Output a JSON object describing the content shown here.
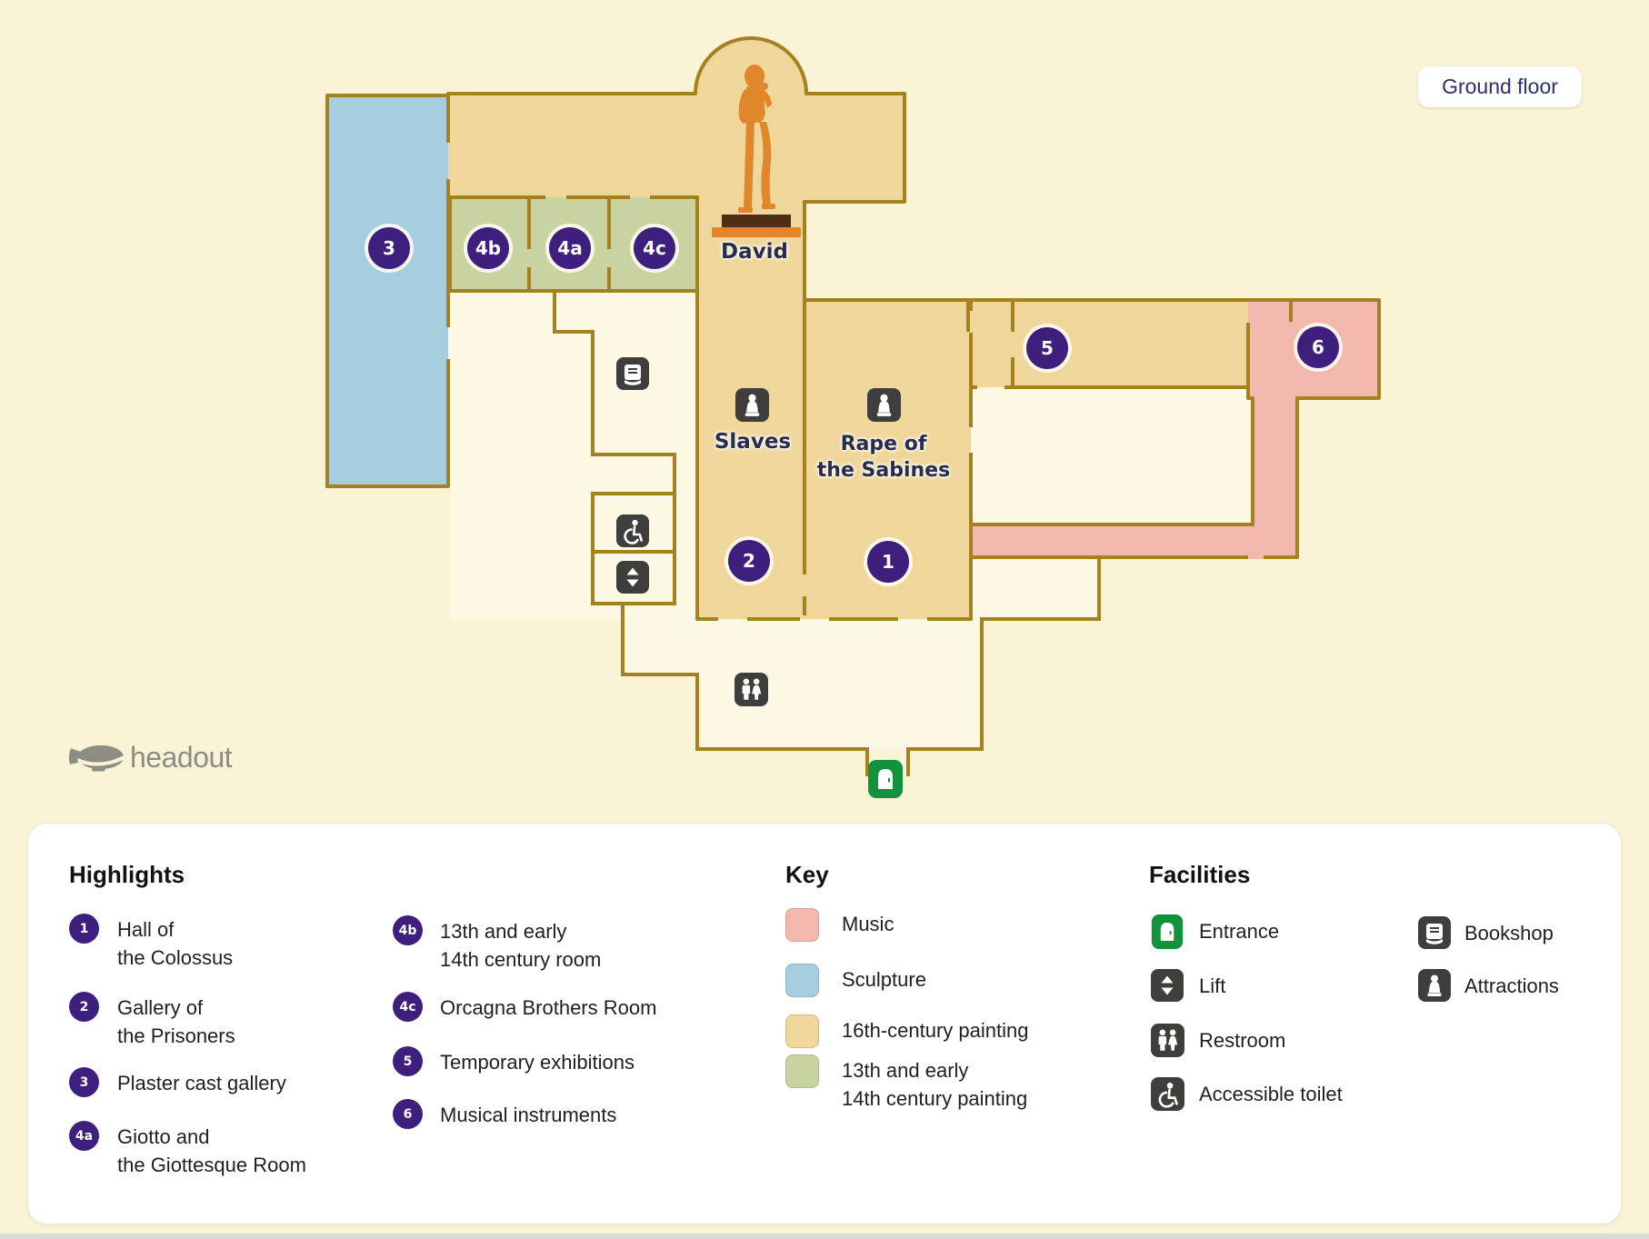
{
  "floor_label": "Ground floor",
  "brand": {
    "name": "headout"
  },
  "colors": {
    "background": "#fbf3d6",
    "wall": "#a5811f",
    "badge_purple": "#3e1f7e",
    "icon_dark": "#3e3e3c",
    "entrance_green": "#12923c",
    "statue_orange": "#e0872b",
    "music_pink": "#f2b8ae",
    "sculpture_blue": "#a6cede",
    "painting_16th_tan": "#efd79c",
    "painting_13th_green": "#c9d3a1"
  },
  "map": {
    "badges": [
      {
        "id": "3"
      },
      {
        "id": "4b"
      },
      {
        "id": "4a"
      },
      {
        "id": "4c"
      },
      {
        "id": "2"
      },
      {
        "id": "1"
      },
      {
        "id": "5"
      },
      {
        "id": "6"
      }
    ],
    "labels": [
      {
        "lines": [
          "David"
        ]
      },
      {
        "lines": [
          "Slaves"
        ]
      },
      {
        "lines": [
          "Rape of",
          "the Sabines"
        ]
      }
    ],
    "facilities_on_map": [
      "bookshop",
      "accessible-toilet",
      "lift",
      "attraction-slaves",
      "attraction-rape-of-the-sabines",
      "restroom",
      "entrance"
    ]
  },
  "panel": {
    "highlights": {
      "title": "Highlights",
      "items": [
        {
          "badge": "1",
          "lines": [
            "Hall of",
            "the Colossus"
          ]
        },
        {
          "badge": "2",
          "lines": [
            "Gallery of",
            "the Prisoners"
          ]
        },
        {
          "badge": "3",
          "lines": [
            "Plaster cast gallery"
          ]
        },
        {
          "badge": "4a",
          "lines": [
            "Giotto and",
            "the Giottesque Room"
          ]
        },
        {
          "badge": "4b",
          "lines": [
            "13th and early",
            "14th century room"
          ]
        },
        {
          "badge": "4c",
          "lines": [
            "Orcagna Brothers Room"
          ]
        },
        {
          "badge": "5",
          "lines": [
            "Temporary exhibitions"
          ]
        },
        {
          "badge": "6",
          "lines": [
            "Musical instruments"
          ]
        }
      ]
    },
    "key": {
      "title": "Key",
      "items": [
        {
          "color": "#f2b8ae",
          "lines": [
            "Music"
          ]
        },
        {
          "color": "#a6cede",
          "lines": [
            "Sculpture"
          ]
        },
        {
          "color": "#efd79c",
          "lines": [
            "16th-century painting"
          ]
        },
        {
          "color": "#c9d3a1",
          "lines": [
            "13th and early",
            "14th century painting"
          ]
        }
      ]
    },
    "facilities": {
      "title": "Facilities",
      "items": [
        {
          "icon": "entrance-icon",
          "label": "Entrance"
        },
        {
          "icon": "lift-icon",
          "label": "Lift"
        },
        {
          "icon": "restroom-icon",
          "label": "Restroom"
        },
        {
          "icon": "accessible-toilet-icon",
          "label": "Accessible toilet"
        },
        {
          "icon": "bookshop-icon",
          "label": "Bookshop"
        },
        {
          "icon": "attractions-icon",
          "label": "Attractions"
        }
      ]
    }
  }
}
